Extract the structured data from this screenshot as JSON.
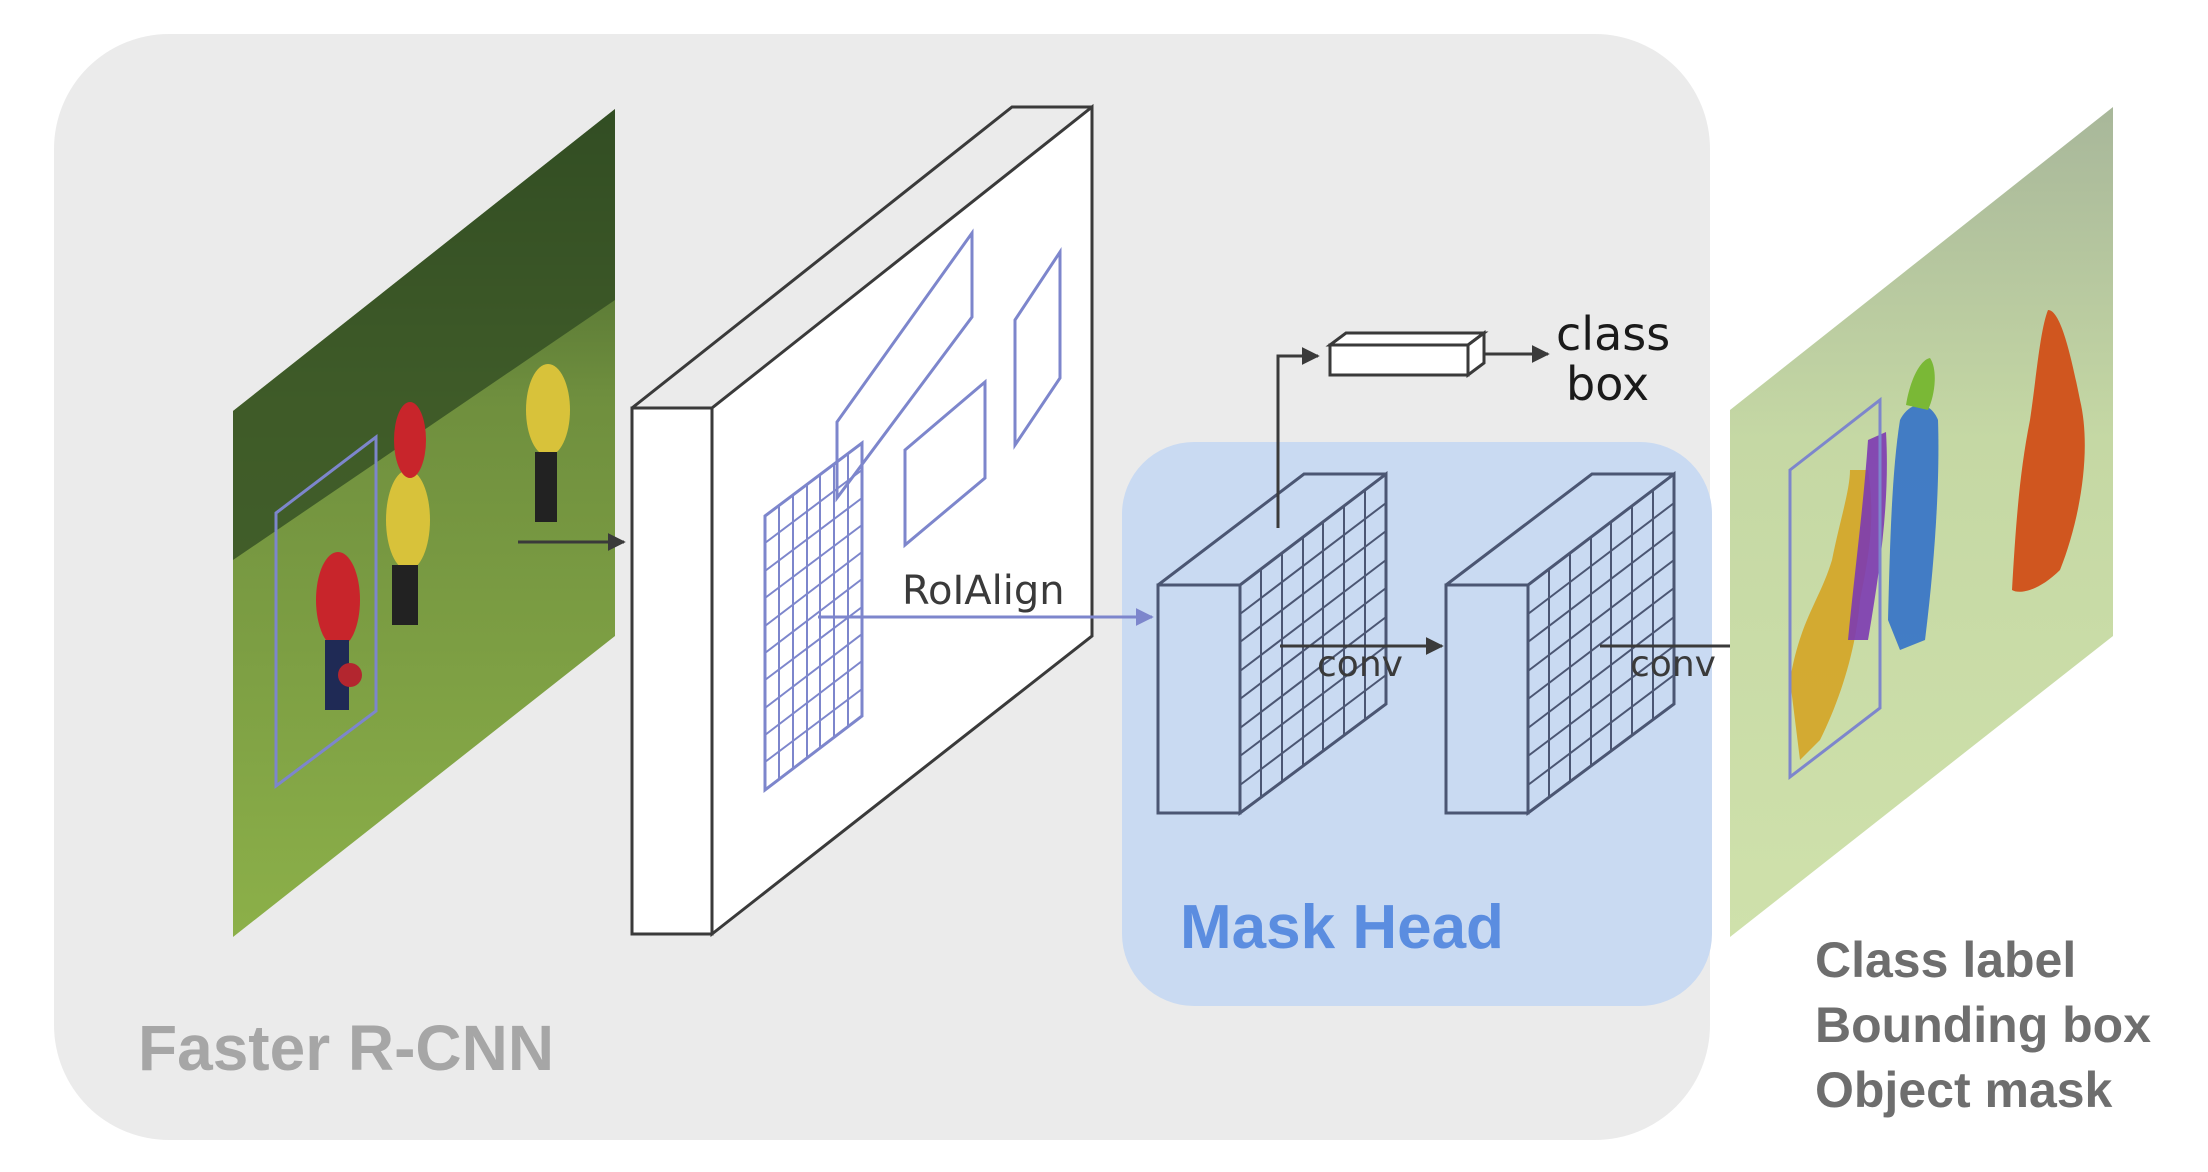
{
  "labels": {
    "roi_align": "RoIAlign",
    "class_text": "class",
    "box_text": "box",
    "conv_1": "conv",
    "conv_2": "conv",
    "mask_head": "Mask Head",
    "faster_rcnn": "Faster R-CNN"
  },
  "outputs": [
    "Class label",
    "Bounding box",
    "Object mask"
  ],
  "colors": {
    "frcnn_panel": "#ebebeb",
    "mask_head_panel": "#c9daf2",
    "mask_head_text": "#5b8de0",
    "frcnn_text": "#a6a6a6",
    "outputs_text": "#6e6e6e",
    "outline": "#3a3a3a",
    "grid_line": "#4b5673",
    "roi_blue": "#7d86cc"
  },
  "icons": {
    "input_image": "soccer-photo-icon",
    "output_image": "segmentation-mask-photo-icon"
  }
}
